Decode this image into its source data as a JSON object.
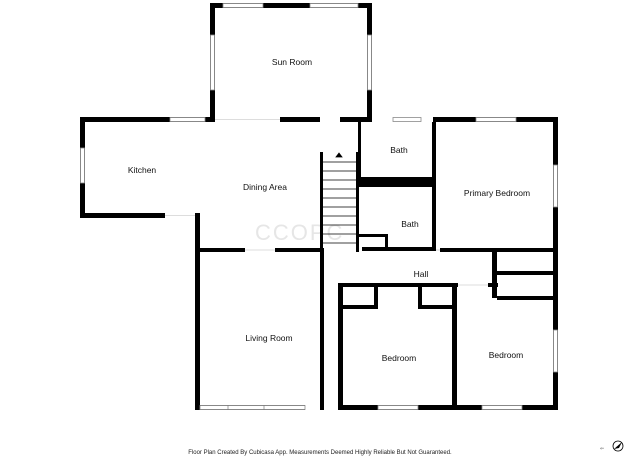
{
  "rooms": {
    "sun_room": "Sun Room",
    "kitchen": "Kitchen",
    "dining_area": "Dining Area",
    "bath_upper": "Bath",
    "bath_lower": "Bath",
    "primary_bedroom": "Primary Bedroom",
    "hall": "Hall",
    "living_room": "Living Room",
    "bedroom_1": "Bedroom",
    "bedroom_2": "Bedroom"
  },
  "watermark": "CCOPC",
  "footer": "Floor Plan Created By Cubicasa App. Measurements Deemed Highly Reliable But Not Guaranteed.",
  "colors": {
    "wall": "#000000",
    "window": "#8a8a8a",
    "background": "#ffffff"
  },
  "icons": {
    "compass": "north-arrow-icon"
  }
}
